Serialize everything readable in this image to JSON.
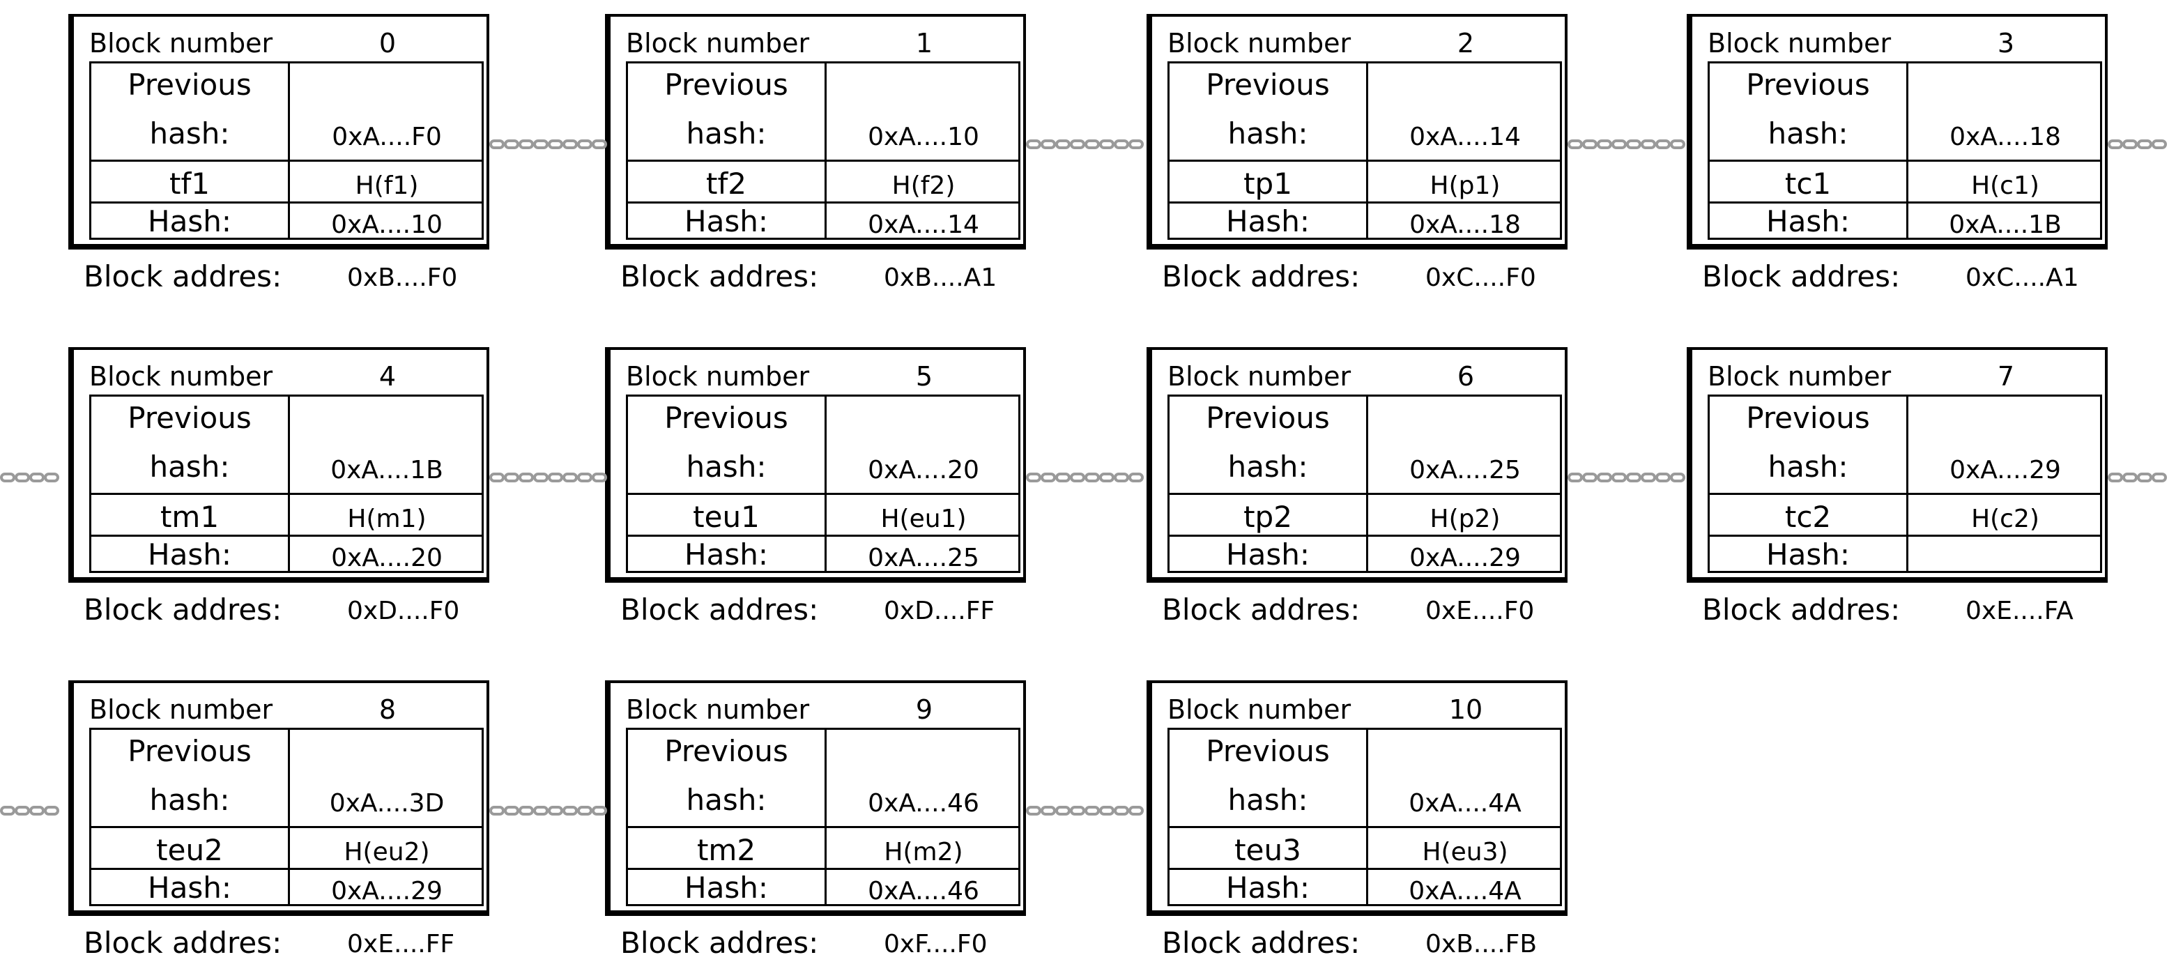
{
  "labels": {
    "block_number": "Block number",
    "previous_line1": "Previous",
    "previous_line2": "hash:",
    "hash": "Hash:",
    "block_address": "Block addres:"
  },
  "blocks": [
    {
      "number": "0",
      "prev_hash": "0xA....F0",
      "data": "tf1",
      "data_hash": "H(f1)",
      "hash": "0xA....10",
      "address": "0xB....F0"
    },
    {
      "number": "1",
      "prev_hash": "0xA....10",
      "data": "tf2",
      "data_hash": "H(f2)",
      "hash": "0xA....14",
      "address": "0xB....A1"
    },
    {
      "number": "2",
      "prev_hash": "0xA....14",
      "data": "tp1",
      "data_hash": "H(p1)",
      "hash": "0xA....18",
      "address": "0xC....F0"
    },
    {
      "number": "3",
      "prev_hash": "0xA....18",
      "data": "tc1",
      "data_hash": "H(c1)",
      "hash": "0xA....1B",
      "address": "0xC....A1"
    },
    {
      "number": "4",
      "prev_hash": "0xA....1B",
      "data": "tm1",
      "data_hash": "H(m1)",
      "hash": "0xA....20",
      "address": "0xD....F0"
    },
    {
      "number": "5",
      "prev_hash": "0xA....20",
      "data": "teu1",
      "data_hash": "H(eu1)",
      "hash": "0xA....25",
      "address": "0xD....FF"
    },
    {
      "number": "6",
      "prev_hash": "0xA....25",
      "data": "tp2",
      "data_hash": "H(p2)",
      "hash": "0xA....29",
      "address": "0xE....F0"
    },
    {
      "number": "7",
      "prev_hash": "0xA....29",
      "data": "tc2",
      "data_hash": "H(c2)",
      "hash": "",
      "address": "0xE....FA"
    },
    {
      "number": "8",
      "prev_hash": "0xA....3D",
      "data": "teu2",
      "data_hash": "H(eu2)",
      "hash": "0xA....29",
      "address": "0xE....FF"
    },
    {
      "number": "9",
      "prev_hash": "0xA....46",
      "data": "tm2",
      "data_hash": "H(m2)",
      "hash": "0xA....46",
      "address": "0xF....F0"
    },
    {
      "number": "10",
      "prev_hash": "0xA....4A",
      "data": "teu3",
      "data_hash": "H(eu3)",
      "hash": "0xA....4A",
      "address": "0xB....FB"
    }
  ],
  "icons": {
    "chain": "chain-link-icon"
  }
}
